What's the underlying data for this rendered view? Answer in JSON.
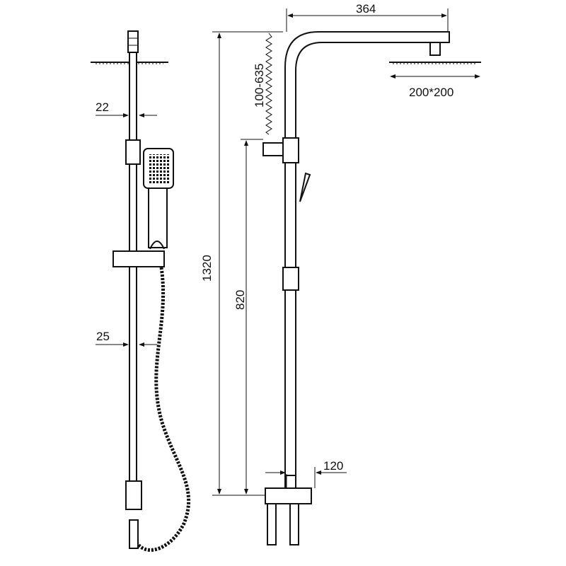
{
  "dimensions": {
    "arm_length": "364",
    "head_size": "200*200",
    "height_adjust": "100-635",
    "pipe_diameter_top": "22",
    "pipe_diameter_bottom": "25",
    "total_height": "1320",
    "outlet_height": "820",
    "mixer_spacing": "120"
  }
}
